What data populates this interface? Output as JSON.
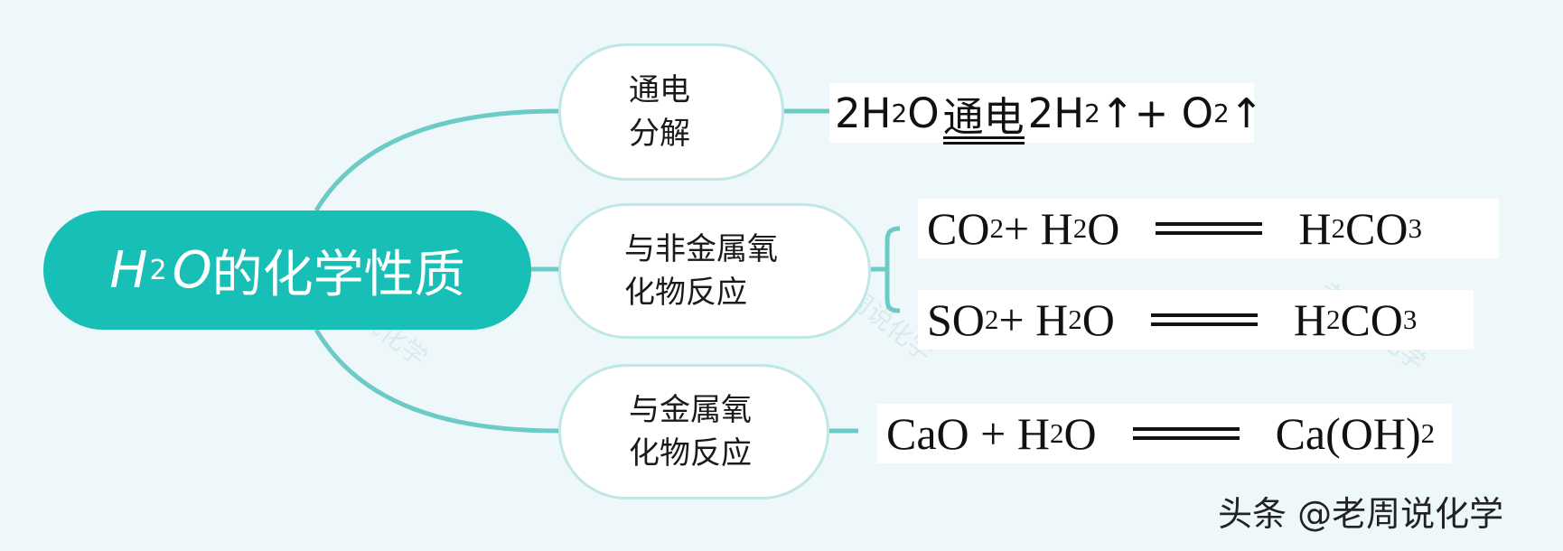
{
  "root": {
    "formula_letter_1": "H",
    "formula_sub": "2",
    "formula_letter_2": "O",
    "title_suffix": "的化学性质"
  },
  "branches": [
    {
      "line1": "通电",
      "line2": "分解"
    },
    {
      "line1": "与非金属氧",
      "line2": "化物反应"
    },
    {
      "line1": "与金属氧",
      "line2": "化物反应"
    }
  ],
  "equations": {
    "electrolysis": {
      "reactant": "2H",
      "reactant_sub": "2",
      "reactant_end": "O",
      "condition": "通电",
      "product1": "2H",
      "product1_sub": "2",
      "product1_end": "↑+ O",
      "product2_sub": "2",
      "product2_end": " ↑"
    },
    "co2": {
      "a": "CO",
      "a_sub": "2",
      "plus": " + H",
      "b_sub": "2",
      "b_end": "O",
      "p": "H",
      "p_sub": "2",
      "p_mid": "CO",
      "p_sub2": "3"
    },
    "so2": {
      "a": "SO",
      "a_sub": "2",
      "plus": " + H",
      "b_sub": "2",
      "b_end": "O",
      "p": "H",
      "p_sub": "2",
      "p_mid": "CO",
      "p_sub2": "3"
    },
    "cao": {
      "a": "CaO + H",
      "a_sub": "2",
      "a_end": "O",
      "p": "Ca(OH)",
      "p_sub": "2"
    }
  },
  "watermark": "老周说化学",
  "credit": "头条 @老周说化学",
  "colors": {
    "root_fill": "#17bfb6",
    "connector": "#6ccbc6",
    "branch_border": "#bfe7e5",
    "background": "#eef8fb"
  }
}
